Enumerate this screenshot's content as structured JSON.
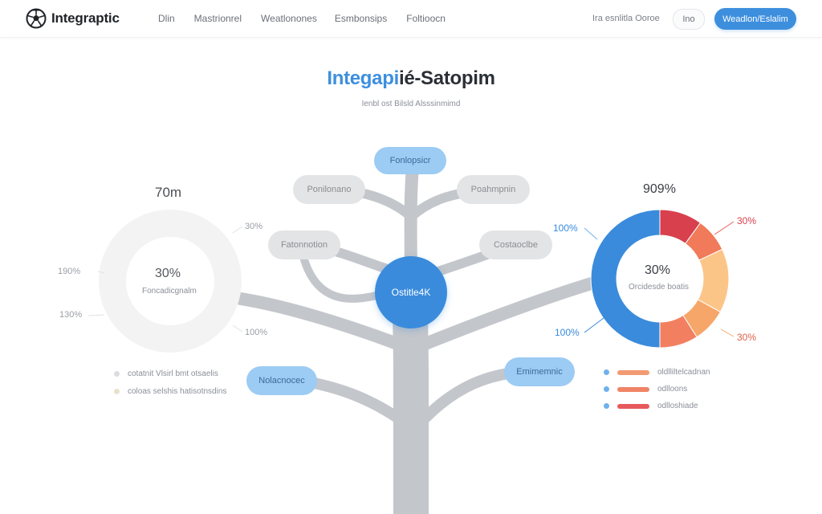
{
  "header": {
    "brand": "Integraptic",
    "nav": [
      "Dlin",
      "Mastrionrel",
      "Weatlonones",
      "Esmbonsips",
      "Foltioocn"
    ],
    "link": "Ira esnlitla Ooroe",
    "pill": "Ino",
    "cta": "Weadlon/Eslalim"
  },
  "title": {
    "part1": "Integapi",
    "part2": "ié-Satopim",
    "subtitle": "Ienbl ost Bilsld Alsssinmimd"
  },
  "left_chart": {
    "top_label": "70m",
    "center_value": "30%",
    "center_label": "Foncadicgnalm",
    "labels": [
      "30%",
      "190%",
      "130%",
      "100%"
    ],
    "legend": [
      {
        "label": "cotatnit Vlsirl bmt otsaelis",
        "color": "#dadcdf"
      },
      {
        "label": "coloas selshis hatisotnsdins",
        "color": "#e8e2cc"
      }
    ]
  },
  "tree": {
    "hub": "Ostitle4K",
    "nodes": [
      "Fonlopsicr",
      "Ponilonano",
      "Poahmpnin",
      "Fatonnotion",
      "Costaoclbe",
      "Nolacnocec",
      "Emimemnic"
    ]
  },
  "donut": {
    "top_label": "909%",
    "center_value": "30%",
    "center_label": "Orcidesde boatis",
    "labels": [
      "100%",
      "30%",
      "100%",
      "30%"
    ],
    "segments": [
      {
        "value": 50,
        "color": "#3a8bdc"
      },
      {
        "value": 10,
        "color": "#d8404e"
      },
      {
        "value": 8,
        "color": "#f07a5a"
      },
      {
        "value": 15,
        "color": "#fcc588"
      },
      {
        "value": 8,
        "color": "#f6a668"
      },
      {
        "value": 9,
        "color": "#f28060"
      }
    ],
    "legend": [
      {
        "label": "oldlliltelcadnan",
        "dot": "#6fb1ec",
        "bar": "#f29a72"
      },
      {
        "label": "odlloons",
        "dot": "#6fb1ec",
        "bar": "#f08466"
      },
      {
        "label": "odlloshiade",
        "dot": "#6fb1ec",
        "bar": "#e85a5a"
      }
    ]
  }
}
